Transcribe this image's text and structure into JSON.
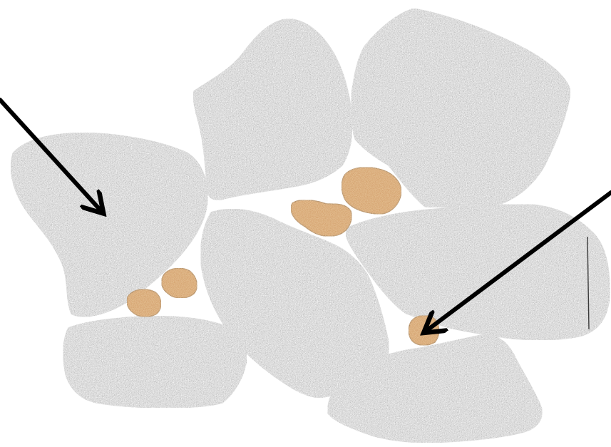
{
  "diagram": {
    "description_free": true,
    "palette": {
      "background": "#ffffff",
      "aggregate_fill": "#a9a9a9",
      "aggregate_speckle_dark": "#5e5e5e",
      "aggregate_speckle_light": "#e9e9e9",
      "aggregate_outline": "#3a3a3a",
      "fine_particle_fill": "#c98a4e",
      "fine_particle_speckle": "#8a5526",
      "fine_particle_outline": "#6a4020",
      "arrow_color": "#000000"
    },
    "elements": {
      "aggregates": [
        {
          "name": "aggregate-left"
        },
        {
          "name": "aggregate-top-center"
        },
        {
          "name": "aggregate-top-right"
        },
        {
          "name": "aggregate-center"
        },
        {
          "name": "aggregate-right"
        },
        {
          "name": "aggregate-bottom-left"
        },
        {
          "name": "aggregate-bottom-right"
        }
      ],
      "fine_particles": [
        {
          "name": "fine-particle-1"
        },
        {
          "name": "fine-particle-2"
        },
        {
          "name": "fine-particle-3"
        },
        {
          "name": "fine-particle-4"
        },
        {
          "name": "fine-particle-5"
        }
      ],
      "arrows": [
        {
          "name": "arrow-to-aggregate",
          "icon": "arrow-icon"
        },
        {
          "name": "arrow-to-fine-particle",
          "icon": "arrow-icon"
        }
      ]
    }
  }
}
